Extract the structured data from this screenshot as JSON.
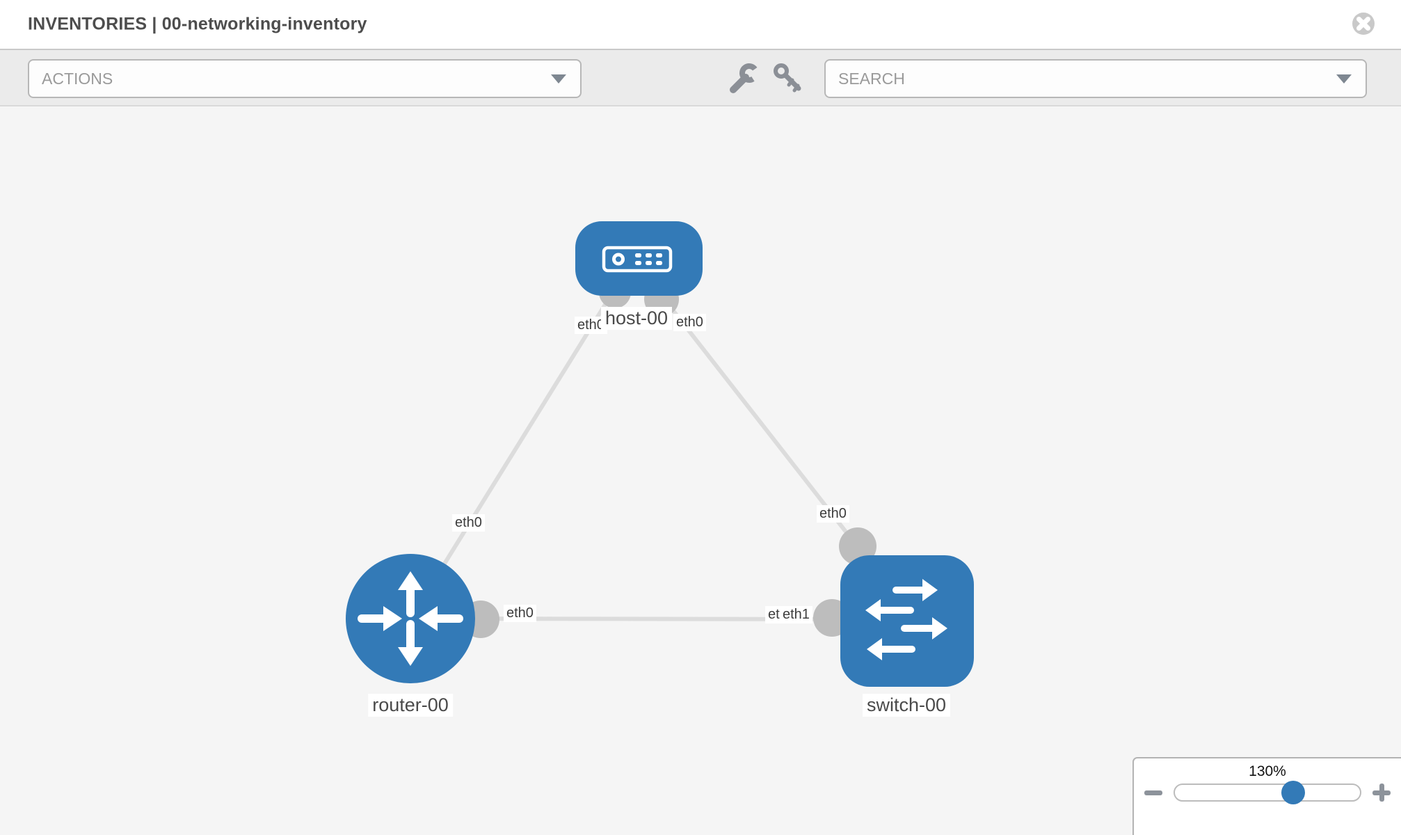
{
  "header": {
    "title": "INVENTORIES | 00-networking-inventory"
  },
  "toolbar": {
    "actions_placeholder": "ACTIONS",
    "search_placeholder": "SEARCH"
  },
  "icons": {
    "close": "close-icon",
    "wrench": "wrench-icon",
    "key": "key-icon",
    "actions_caret": "chevron-down-icon",
    "search_caret": "chevron-down-icon",
    "zoom_out": "minus-icon",
    "zoom_in": "plus-icon"
  },
  "topology": {
    "nodes": [
      {
        "id": "host-00",
        "label": "host-00",
        "type": "host"
      },
      {
        "id": "router-00",
        "label": "router-00",
        "type": "router"
      },
      {
        "id": "switch-00",
        "label": "switch-00",
        "type": "switch"
      }
    ],
    "links": [
      {
        "from": "host-00",
        "from_iface": "eth0",
        "to": "router-00",
        "to_iface": "eth0"
      },
      {
        "from": "host-00",
        "from_iface": "eth0",
        "to": "switch-00",
        "to_iface": "eth0"
      },
      {
        "from": "router-00",
        "from_iface": "eth0",
        "to": "switch-00",
        "to_iface": "eth1"
      }
    ],
    "iface_labels": {
      "host_to_router_host_end": "eth0",
      "host_to_router_router_end": "eth0",
      "host_to_switch_host_end": "eth0",
      "host_to_switch_switch_end": "eth0",
      "router_to_switch_router_end": "eth0",
      "router_to_switch_switch_end_under": "eth0",
      "router_to_switch_switch_end": "eth1"
    }
  },
  "zoom_control": {
    "level": "130%"
  },
  "colors": {
    "node_blue": "#337ab7",
    "endpoint_gray": "#bdbdbd",
    "link_gray": "#dcdcdc",
    "canvas_bg": "#f5f5f5",
    "toolbar_bg": "#ebebeb"
  }
}
